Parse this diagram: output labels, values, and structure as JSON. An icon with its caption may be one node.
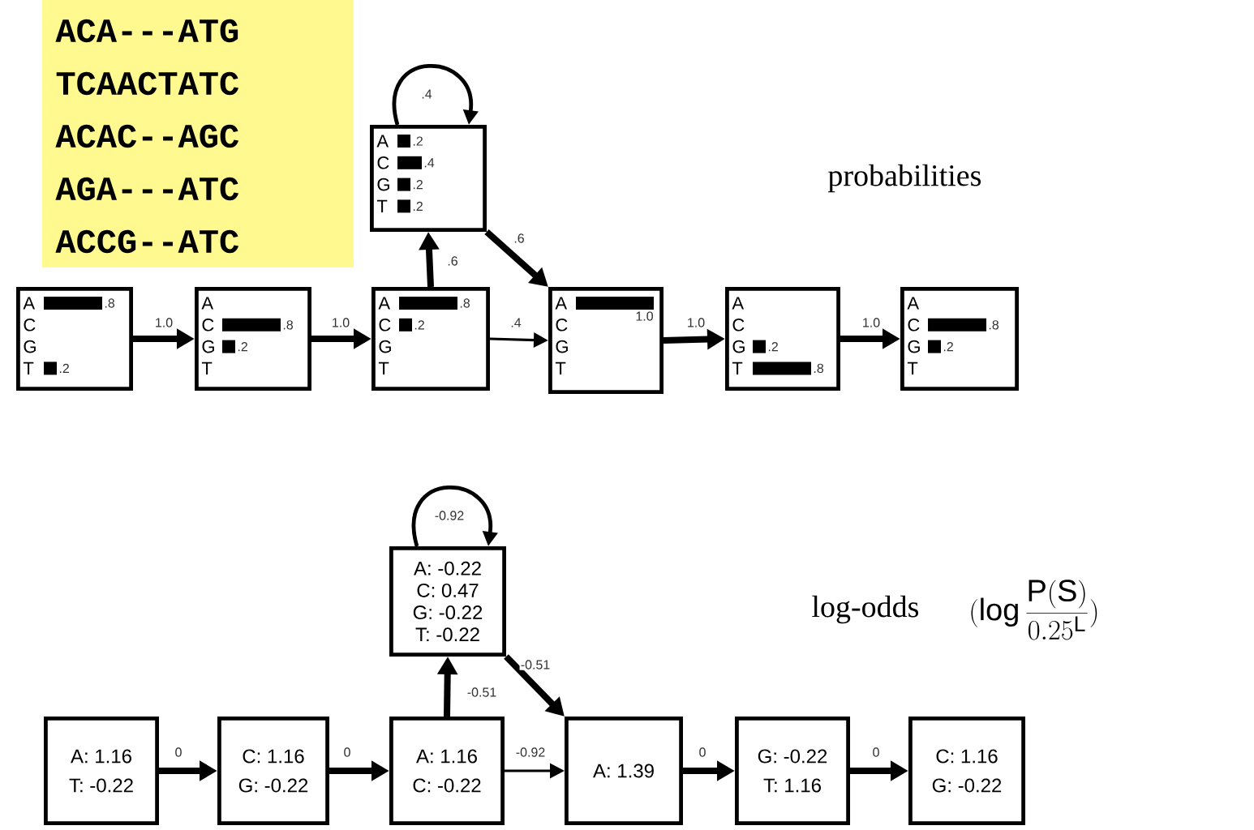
{
  "diagram": {
    "nodes": [
      {
        "text": [
          "ACA---ATG",
          "TCAACTATC",
          "ACAC--AGC",
          "AGA---ATC",
          "ACCG--ATC"
        ]
      },
      {
        "text": [
          "A",
          ".2",
          "C",
          ".4",
          "G",
          ".2",
          "T",
          ".2"
        ]
      },
      {
        "text": [
          "A",
          ".8",
          "C",
          "G",
          "T",
          ".2"
        ]
      },
      {
        "text": [
          "A",
          "C",
          ".8",
          "G",
          ".2",
          "T"
        ]
      },
      {
        "text": [
          "A",
          ".8",
          "C",
          ".2",
          "G",
          "T"
        ]
      },
      {
        "text": [
          "A",
          "1.0",
          "C",
          "G",
          "T"
        ]
      },
      {
        "text": [
          "A",
          "C",
          "G",
          ".2",
          "T",
          ".8"
        ]
      },
      {
        "text": [
          "A",
          "C",
          ".8",
          "G",
          ".2",
          "T"
        ]
      },
      {
        "text": [
          "A: -0.22",
          "C: 0.47",
          "G: -0.22",
          "T: -0.22"
        ]
      },
      {
        "text": [
          "A: 1.16",
          "T: -0.22"
        ]
      },
      {
        "text": [
          "C: 1.16",
          "G: -0.22"
        ]
      },
      {
        "text": [
          "A: 1.16",
          "C: -0.22"
        ]
      },
      {
        "text": [
          "A: 1.39"
        ]
      },
      {
        "text": [
          "G: -0.22",
          "T: 1.16"
        ]
      },
      {
        "text": [
          "C: 1.16",
          "G: -0.22"
        ]
      }
    ],
    "edges": [
      {
        "from": 1,
        "to": 1,
        "arrow": "to",
        "label": ".4"
      },
      {
        "from": 2,
        "to": 3,
        "arrow": "to",
        "label": "1.0"
      },
      {
        "from": 3,
        "to": 4,
        "arrow": "to",
        "label": "1.0"
      },
      {
        "from": 4,
        "to": 1,
        "arrow": "to",
        "label": ".6"
      },
      {
        "from": 4,
        "to": 5,
        "arrow": "to",
        "label": ".4"
      },
      {
        "from": 1,
        "to": 5,
        "arrow": "to",
        "label": ".6"
      },
      {
        "from": 5,
        "to": 6,
        "arrow": "to",
        "label": "1.0"
      },
      {
        "from": 6,
        "to": 7,
        "arrow": "to",
        "label": "1.0"
      },
      {
        "from": 8,
        "to": 8,
        "arrow": "to",
        "label": "-0.92"
      },
      {
        "from": 9,
        "to": 10,
        "arrow": "to",
        "label": "0"
      },
      {
        "from": 10,
        "to": 11,
        "arrow": "to",
        "label": "0"
      },
      {
        "from": 11,
        "to": 8,
        "arrow": "to",
        "label": "-0.51"
      },
      {
        "from": 11,
        "to": 12,
        "arrow": "to",
        "label": "-0.92"
      },
      {
        "from": 8,
        "to": 12,
        "arrow": "to",
        "label": "-0.51"
      },
      {
        "from": 12,
        "to": 13,
        "arrow": "to",
        "label": "0"
      },
      {
        "from": 13,
        "to": 14,
        "arrow": "to",
        "label": "0"
      }
    ],
    "labels": [
      "probabilities",
      "log-odds",
      "(\\mathrm{log}\\,\\frac{\\mathrm{P(S)}}{0.25^{\\mathrm{L}}})"
    ]
  }
}
